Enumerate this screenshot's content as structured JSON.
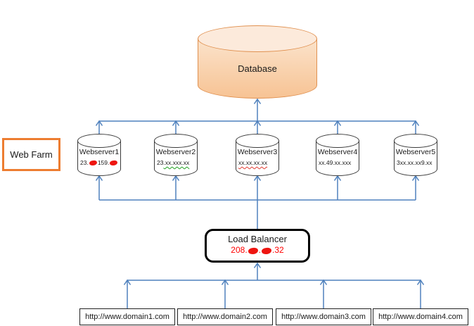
{
  "database": {
    "label": "Database"
  },
  "web_farm": {
    "label": "Web Farm"
  },
  "webservers": [
    {
      "name": "Webserver1",
      "ip_parts": [
        {
          "text": "23."
        },
        {
          "blob": true
        },
        {
          "text": "159."
        },
        {
          "blob": true
        }
      ]
    },
    {
      "name": "Webserver2",
      "ip_parts": [
        {
          "text": "23"
        },
        {
          "text": ".xx.xxx.xx",
          "underline": "green"
        }
      ]
    },
    {
      "name": "Webserver3",
      "ip_parts": [
        {
          "text": "xx.xx.xx.xx",
          "underline": "red"
        }
      ]
    },
    {
      "name": "Webserver4",
      "ip_parts": [
        {
          "text": "xx.49.xx.xxx"
        }
      ]
    },
    {
      "name": "Webserver5",
      "ip_parts": [
        {
          "text": "3xx.xx.xx9.xx"
        }
      ]
    }
  ],
  "load_balancer": {
    "label": "Load Balancer",
    "ip_parts": [
      {
        "text": "208."
      },
      {
        "blob": true
      },
      {
        "text": "."
      },
      {
        "blob": true
      },
      {
        "text": ".32"
      }
    ]
  },
  "domains": [
    {
      "url": "http://www.domain1.com"
    },
    {
      "url": "http://www.domain2.com"
    },
    {
      "url": "http://www.domain3.com"
    },
    {
      "url": "http://www.domain4.com"
    }
  ],
  "colors": {
    "connector_blue": "#4f81bd",
    "node_border": "#3a3a3a",
    "database_border": "#e0904f",
    "database_fill_top": "#fbe3cb",
    "database_fill_bottom": "#f7c394",
    "database_cap_fill": "#fceadb",
    "web_farm_border": "#ed7d31",
    "redaction_red": "#ee1510",
    "lb_ip_red": "#ff0000",
    "squiggle_green": "#1ea01e",
    "squiggle_red": "#e03a2f"
  }
}
